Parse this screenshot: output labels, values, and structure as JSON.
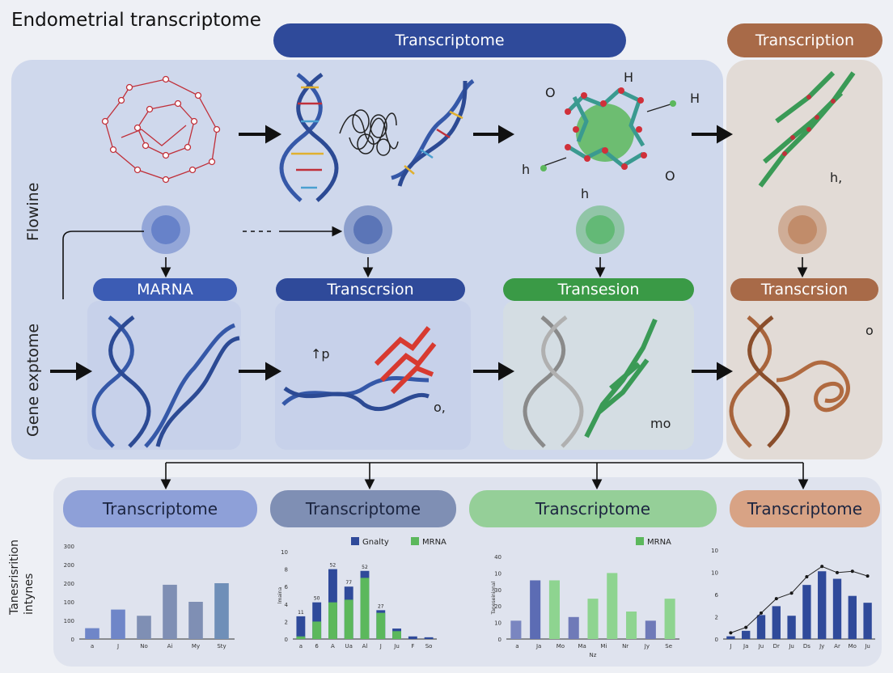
{
  "title": "Endometrial transcriptome",
  "side_labels": {
    "top": "Flowine",
    "bottom": "Gene exptome"
  },
  "header_pills": [
    {
      "label": "Transcriptome",
      "color": "#2f4a9a"
    },
    {
      "label": "Transcription",
      "color": "#a86a48"
    }
  ],
  "stage_pills": [
    {
      "label": "MARNA",
      "color": "#3c5cb4"
    },
    {
      "label": "Transcrsion",
      "color": "#2f4a9a"
    },
    {
      "label": "Transesion",
      "color": "#3a9a46"
    },
    {
      "label": "Transcrsion",
      "color": "#a86a48"
    }
  ],
  "bottom_pills": [
    {
      "label": "Transcriptome",
      "color": "#8ea0d8"
    },
    {
      "label": "Transcriptome",
      "color": "#7f8fb4"
    },
    {
      "label": "Transcriptome",
      "color": "#95cf98"
    },
    {
      "label": "Transcriptome",
      "color": "#d8a385"
    }
  ],
  "annotations": {
    "prot_o": "O",
    "prot_H1": "H",
    "prot_H2": "H",
    "prot_h1": "h",
    "prot_h2": "h",
    "prot_o2": "O",
    "sheet_h": "h,",
    "up_p": "↑p",
    "o_comma": "o,",
    "mo": "mo",
    "coil_o": "o"
  },
  "chart_data": [
    {
      "type": "bar",
      "ylabel": "Tanesrisrition intynes",
      "yticks": [
        "300",
        "200",
        "200",
        "100",
        "100",
        "0"
      ],
      "categories": [
        "a",
        "J",
        "No",
        "Ai",
        "My",
        "Sty"
      ],
      "values": [
        35,
        95,
        75,
        175,
        120,
        180
      ],
      "ylim": [
        0,
        300
      ],
      "colors": [
        "#6f86c8",
        "#6f86c8",
        "#7f8fb4",
        "#7f8fb4",
        "#7f8fb4",
        "#6f8fb8"
      ]
    },
    {
      "type": "bar",
      "legend": [
        "Gnalty",
        "MRNA"
      ],
      "colors": [
        "#2f4a9a",
        "#5cb85c"
      ],
      "yticks": [
        "10",
        "8",
        "6",
        "4",
        "2",
        "0"
      ],
      "ylabel": "lmaina",
      "categories": [
        "a",
        "6",
        "A",
        "Ua",
        "Al",
        "J",
        "Ju",
        "F",
        "So"
      ],
      "data_labels": [
        "11",
        "50",
        "52",
        "77",
        "52",
        "27",
        "",
        "",
        ""
      ],
      "series": [
        {
          "name": "Gnalty",
          "values": [
            2.6,
            4.2,
            8.0,
            6.0,
            7.8,
            3.3,
            1.2,
            0.3,
            0.2
          ]
        },
        {
          "name": "MRNA",
          "values": [
            0.3,
            2.0,
            4.2,
            4.5,
            7.0,
            3.0,
            0.9,
            0,
            0
          ]
        }
      ],
      "ylim": [
        0,
        10
      ]
    },
    {
      "type": "bar",
      "legend": [
        "MRNA"
      ],
      "ylabel": "Taneseinional",
      "yticks": [
        "40",
        "10",
        "30",
        "20",
        "10",
        "0"
      ],
      "categories": [
        "a",
        "Ja",
        "Mo",
        "Ma",
        "Mi",
        "Nr",
        "Jy",
        "Se"
      ],
      "values": [
        10,
        32,
        32,
        12,
        22,
        36,
        15,
        10,
        22
      ],
      "colors": [
        "#7a86c0",
        "#5c6cb4",
        "#8ed490",
        "#6f7ab8",
        "#8ed490",
        "#8ed490",
        "#8ed490",
        "#6f7ab8",
        "#8ed490"
      ],
      "xlabel": "Nz",
      "ylim": [
        0,
        45
      ]
    },
    {
      "type": "bar",
      "yticks": [
        "10",
        "10",
        "6",
        "2",
        "0"
      ],
      "categories": [
        "J",
        "Ja",
        "Ju",
        "Dr",
        "Ju",
        "Ds",
        "Jy",
        "Ar",
        "Mo",
        "Ju"
      ],
      "values": [
        0.4,
        1.2,
        3.5,
        4.8,
        3.4,
        7.9,
        9.9,
        8.8,
        6.3,
        5.3
      ],
      "line": [
        0.9,
        1.7,
        3.8,
        5.9,
        6.7,
        9.1,
        10.6,
        9.7,
        9.9,
        9.2
      ],
      "ylim": [
        0,
        13
      ],
      "colors": [
        "#2f4a9a"
      ]
    }
  ]
}
